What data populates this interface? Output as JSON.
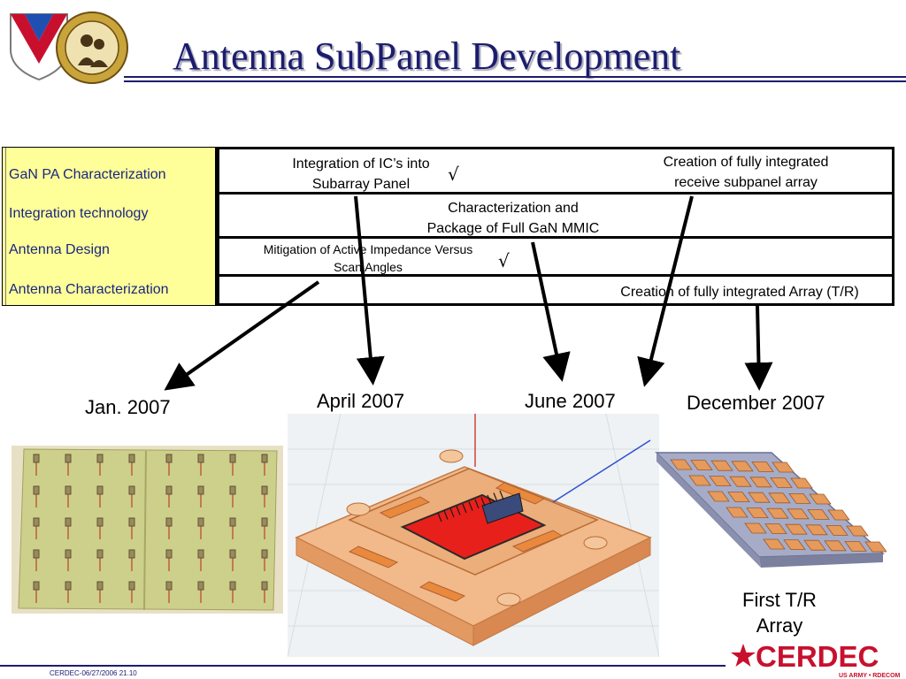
{
  "slide": {
    "title": "Antenna SubPanel Development"
  },
  "tasks": [
    "GaN PA Characterization",
    "Integration technology",
    "Antenna Design",
    "Antenna Characterization"
  ],
  "schedule": {
    "row1_left_line1": "Integration of IC’s into",
    "row1_left_line2": "Subarray Panel",
    "row1_right_line1": "Creation of fully integrated",
    "row1_right_line2": "receive subpanel array",
    "row2_line1": "Characterization and",
    "row2_line2": "Package of Full GaN MMIC",
    "row3_line1": "Mitigation of Active Impedance Versus",
    "row3_line2": "Scan Angles",
    "row4_text": "Creation of fully integrated Array (T/R)",
    "checkmark": "√"
  },
  "milestones": {
    "jan": "Jan. 2007",
    "apr": "April 2007",
    "jun": "June 2007",
    "dec": "December 2007"
  },
  "captions": {
    "first_tr_line1": "First T/R",
    "first_tr_line2": "Array"
  },
  "footer": {
    "text": "CERDEC-06/27/2006 21.10"
  },
  "logo": {
    "name": "CERDEC",
    "sub": "US ARMY • RDECOM",
    "color": "#c8102e"
  },
  "colors": {
    "title": "#1c1c6e",
    "task_bg": "#ffff99",
    "task_text": "#1a2680",
    "copper": "#e69a5c",
    "chip_red": "#e8201c"
  }
}
